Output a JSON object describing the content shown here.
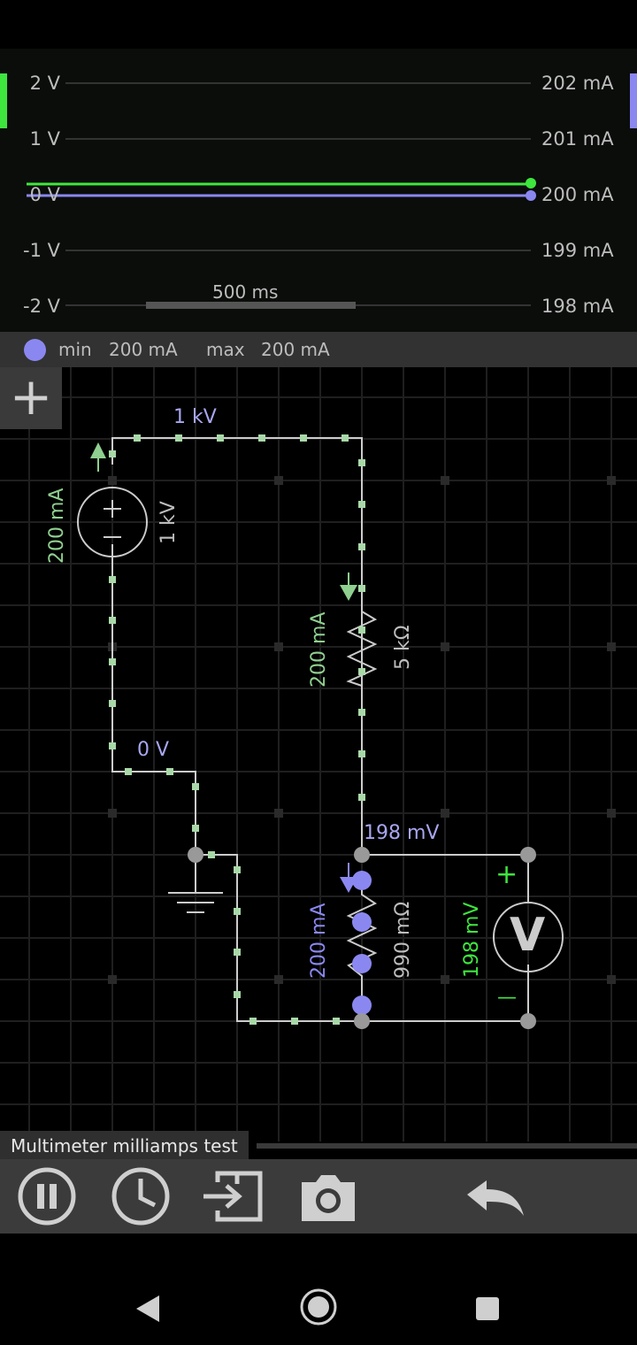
{
  "scope": {
    "left_ticks": [
      "2 V",
      "1 V",
      "0 V",
      "-1 V",
      "-2 V"
    ],
    "right_ticks": [
      "202 mA",
      "201 mA",
      "200 mA",
      "199 mA",
      "198 mA"
    ],
    "timebar_label": "500 ms",
    "voltage_color": "#3ee63e",
    "current_color": "#8a88f0"
  },
  "legend": {
    "min_label": "min",
    "min_value": "200 mA",
    "max_label": "max",
    "max_value": "200 mA",
    "dot_color": "#8a88f0"
  },
  "canvas": {
    "add_symbol": "+",
    "top_wire_voltage": "1 kV",
    "source_current": "200 mA",
    "source_voltage": "1 kV",
    "ground_wire_voltage": "0 V",
    "resistor_current": "200 mA",
    "resistor_value": "5 kΩ",
    "shunt_node_voltage": "198 mV",
    "ammeter_current": "200 mA",
    "ammeter_resistance": "990 mΩ",
    "voltmeter_reading": "198 mV",
    "voltmeter_symbol": "V",
    "voltmeter_plus": "+",
    "voltmeter_minus": "—"
  },
  "title": "Multimeter milliamps test",
  "toolbar": {
    "icons": [
      "pause-icon",
      "clock-icon",
      "import-icon",
      "camera-icon",
      "undo-icon"
    ]
  },
  "navbar": {
    "icons": [
      "back-icon",
      "home-icon",
      "recents-icon"
    ]
  }
}
